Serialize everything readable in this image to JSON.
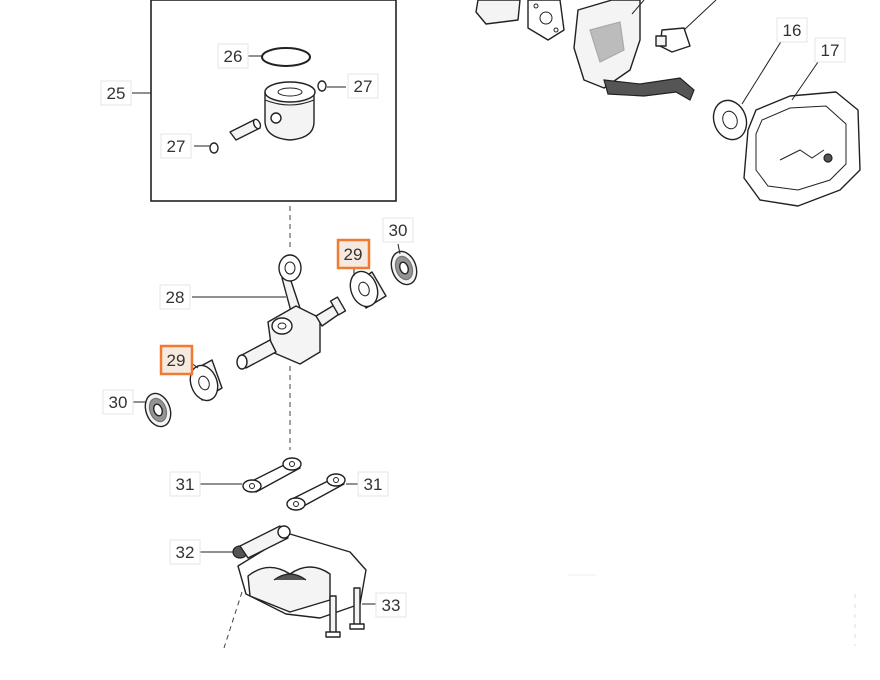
{
  "diagram": {
    "callouts": {
      "c16": "16",
      "c17": "17",
      "c25": "25",
      "c26": "26",
      "c27a": "27",
      "c27b": "27",
      "c28": "28",
      "c29a": "29",
      "c29b": "29",
      "c30a": "30",
      "c30b": "30",
      "c31a": "31",
      "c31b": "31",
      "c32": "32",
      "c33": "33"
    },
    "highlighted": [
      "29"
    ],
    "colors": {
      "highlight_border": "#f07a30",
      "highlight_fill": "#f6e9df",
      "line": "#222222",
      "text": "#333333"
    }
  }
}
